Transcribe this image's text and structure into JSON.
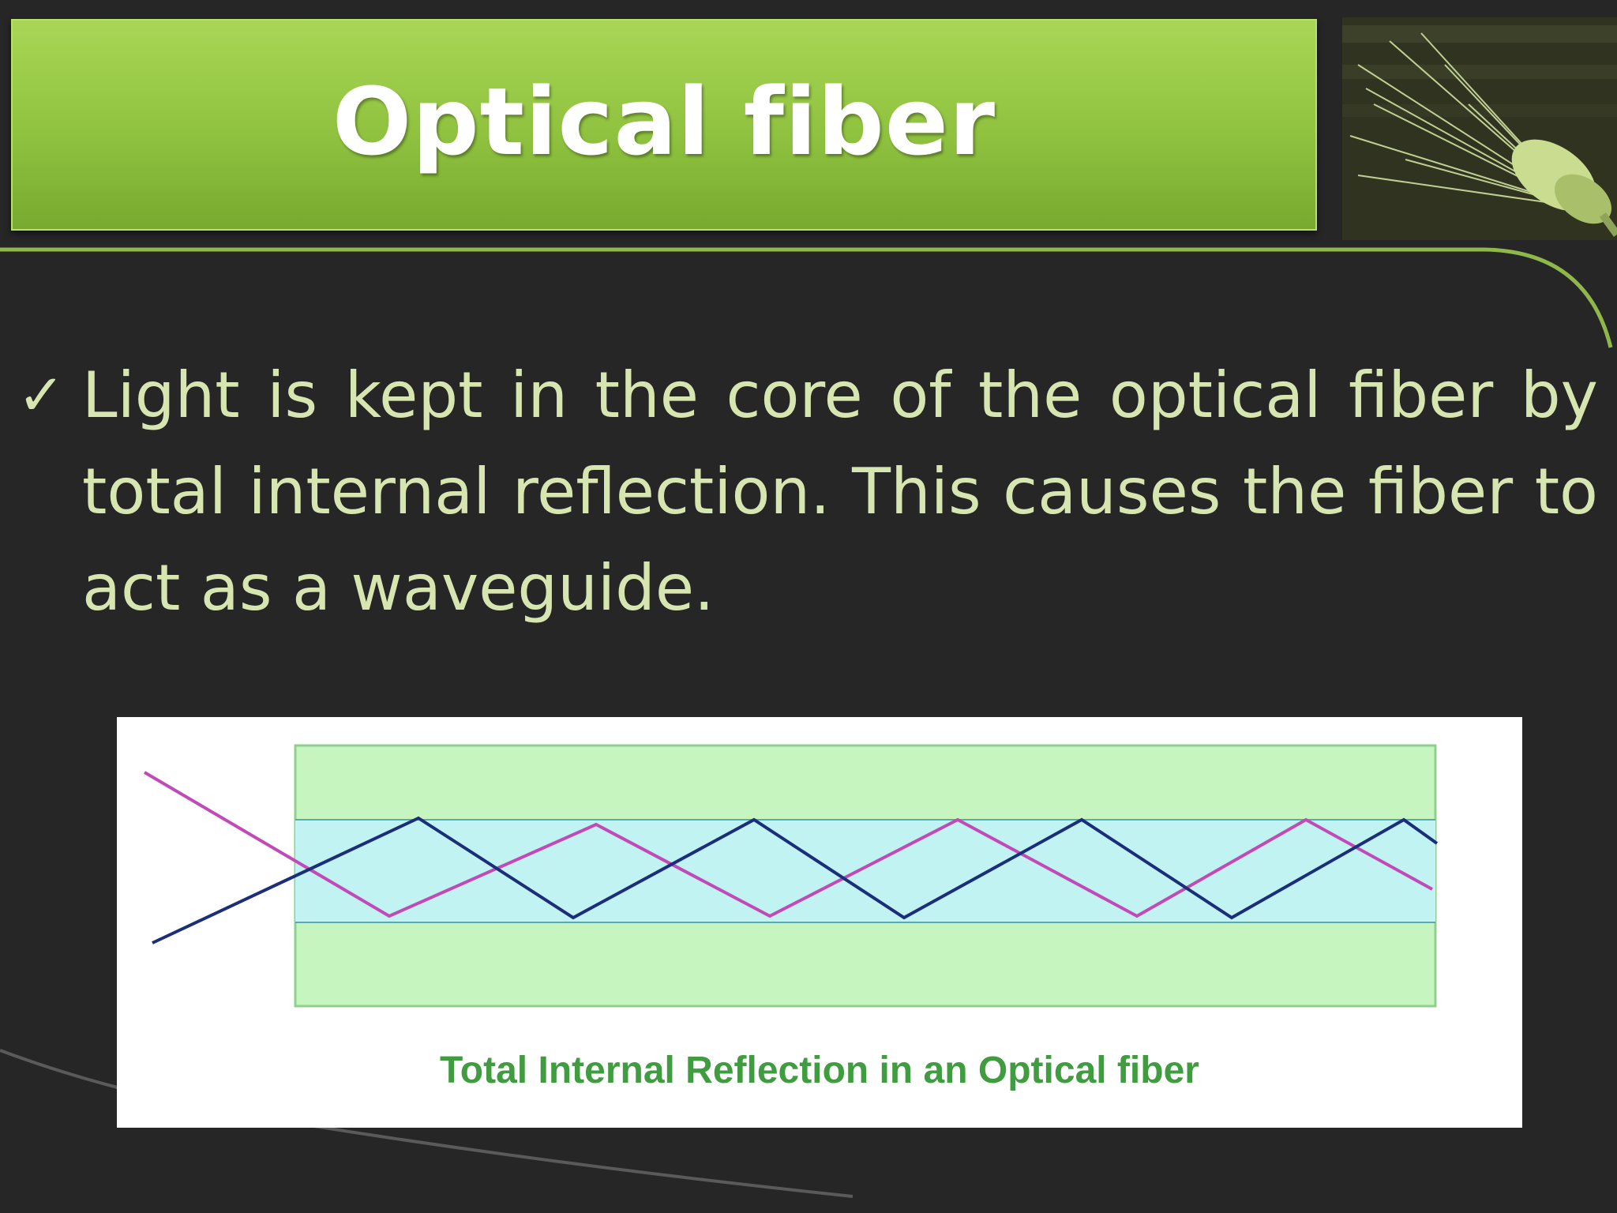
{
  "slide": {
    "title": "Optical fiber",
    "bullet_mark": "✓",
    "bullet_text": "Light is kept in the core of the optical fiber by total internal reflection. This causes the fiber to act as a waveguide."
  },
  "figure": {
    "caption": "Total Internal Reflection in an Optical fiber"
  },
  "colors": {
    "title_green": "#8fc23f",
    "text": "#d7e6b0",
    "cladding": "#c6f5c0",
    "core": "#c2f3f3",
    "ray_blue": "#1a2e7a",
    "ray_magenta": "#c24ab8",
    "background": "#262627"
  }
}
